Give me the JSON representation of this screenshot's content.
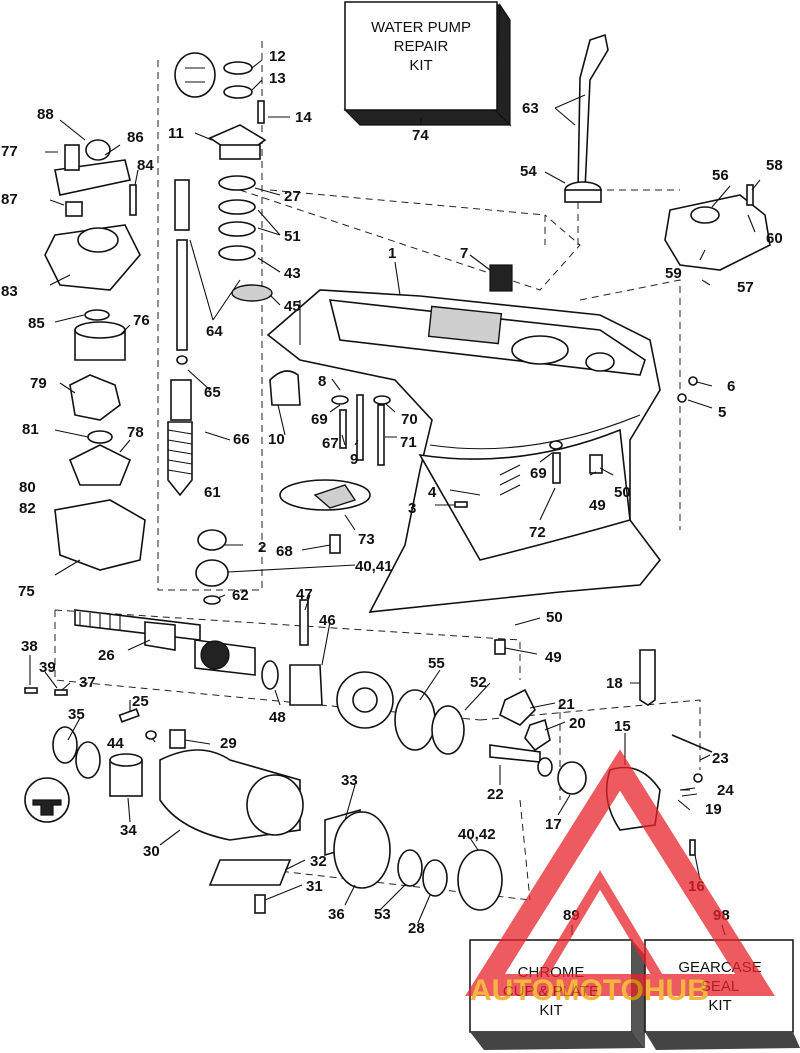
{
  "kits": {
    "water_pump": [
      "WATER PUMP",
      "REPAIR",
      "KIT"
    ],
    "chrome_cup": [
      "CHROME",
      "CUP & PLATE",
      "KIT"
    ],
    "gearcase_seal": [
      "GEARCASE",
      "SEAL",
      "KIT"
    ]
  },
  "callouts": {
    "c12": "12",
    "c13": "13",
    "c14": "14",
    "c11": "11",
    "c74": "74",
    "c63": "63",
    "c88": "88",
    "c86": "86",
    "c77": "77",
    "c84": "84",
    "c87": "87",
    "c83": "83",
    "c27": "27",
    "c51": "51",
    "c43": "43",
    "c45": "45",
    "c64": "64",
    "c54": "54",
    "c56": "56",
    "c58": "58",
    "c60": "60",
    "c59": "59",
    "c57": "57",
    "c1": "1",
    "c7": "7",
    "c85": "85",
    "c76": "76",
    "c79": "79",
    "c65": "65",
    "c8": "8",
    "c6": "6",
    "c5": "5",
    "c69a": "69",
    "c70": "70",
    "c10": "10",
    "c66": "66",
    "c67": "67",
    "c71": "71",
    "c9": "9",
    "c81": "81",
    "c78": "78",
    "c61": "61",
    "c69b": "69",
    "c50a": "50",
    "c80": "80",
    "c4": "4",
    "c49a": "49",
    "c82": "82",
    "c3": "3",
    "c72": "72",
    "c73": "73",
    "c2": "2",
    "c68": "68",
    "c40_41": "40,41",
    "c75": "75",
    "c62": "62",
    "c47": "47",
    "c50b": "50",
    "c46": "46",
    "c38": "38",
    "c26": "26",
    "c49b": "49",
    "c39": "39",
    "c55": "55",
    "c37": "37",
    "c52": "52",
    "c18": "18",
    "c21": "21",
    "c48": "48",
    "c25": "25",
    "c35": "35",
    "c44": "44",
    "c29": "29",
    "c20": "20",
    "c15": "15",
    "c23": "23",
    "c22": "22",
    "c24": "24",
    "c19": "19",
    "c33": "33",
    "c17": "17",
    "c34": "34",
    "c30": "30",
    "c40_42": "40,42",
    "c32": "32",
    "c16": "16",
    "c31": "31",
    "c36": "36",
    "c53": "53",
    "c28": "28",
    "c89": "89",
    "c98": "98"
  },
  "watermark": {
    "text": "AUTOMOTOHUB",
    "color": "#e8232a",
    "accent": "#f0a000"
  }
}
